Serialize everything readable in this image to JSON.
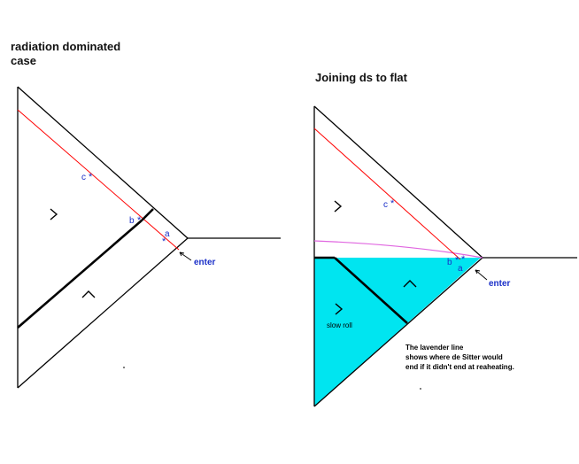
{
  "left_panel": {
    "title_line1": "radiation dominated",
    "title_line2": "case",
    "labels": {
      "a": "a",
      "b": "b",
      "c": "c",
      "enter": "enter"
    }
  },
  "right_panel": {
    "title": "Joining ds to flat",
    "labels": {
      "a": "a",
      "b": "b",
      "c": "c",
      "enter": "enter",
      "slow_roll": "slow roll"
    },
    "note_lines": [
      "The lavender line",
      "shows where de Sitter would",
      "end if it didn't end at reaheating."
    ]
  },
  "colors": {
    "line": "#000000",
    "worldline": "#ff0000",
    "label": "#1a2fc8",
    "lavender": "#e066e0",
    "fill": "#00e5f0"
  }
}
